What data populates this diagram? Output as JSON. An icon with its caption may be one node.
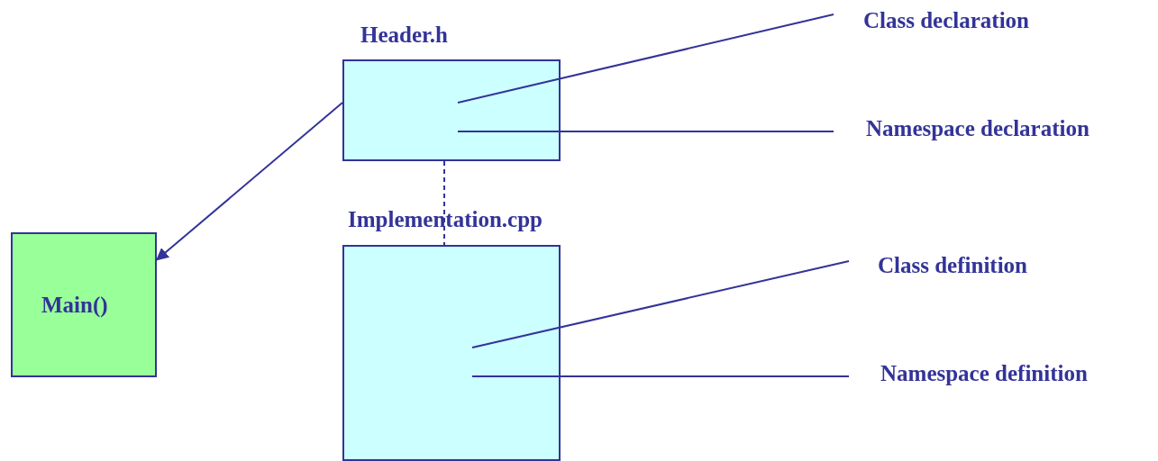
{
  "diagram": {
    "nodes": [
      {
        "text": [
          "Header.h"
        ]
      },
      {
        "text": [
          "Implementation.cpp"
        ]
      },
      {
        "text": [
          "Main()"
        ]
      },
      {
        "text": [
          "Class declaration"
        ]
      },
      {
        "text": [
          "Namespace declaration"
        ]
      },
      {
        "text": [
          "Class definition"
        ]
      },
      {
        "text": [
          "Namespace definition"
        ]
      }
    ],
    "edges": [
      {
        "from": 0,
        "to": 2,
        "arrow": "to"
      },
      {
        "from": 0,
        "to": 1,
        "arrow": "none",
        "style": "dashed"
      },
      {
        "from": 3,
        "to": 0,
        "arrow": "none"
      },
      {
        "from": 4,
        "to": 0,
        "arrow": "none"
      },
      {
        "from": 5,
        "to": 1,
        "arrow": "none"
      },
      {
        "from": 6,
        "to": 1,
        "arrow": "none"
      }
    ]
  }
}
